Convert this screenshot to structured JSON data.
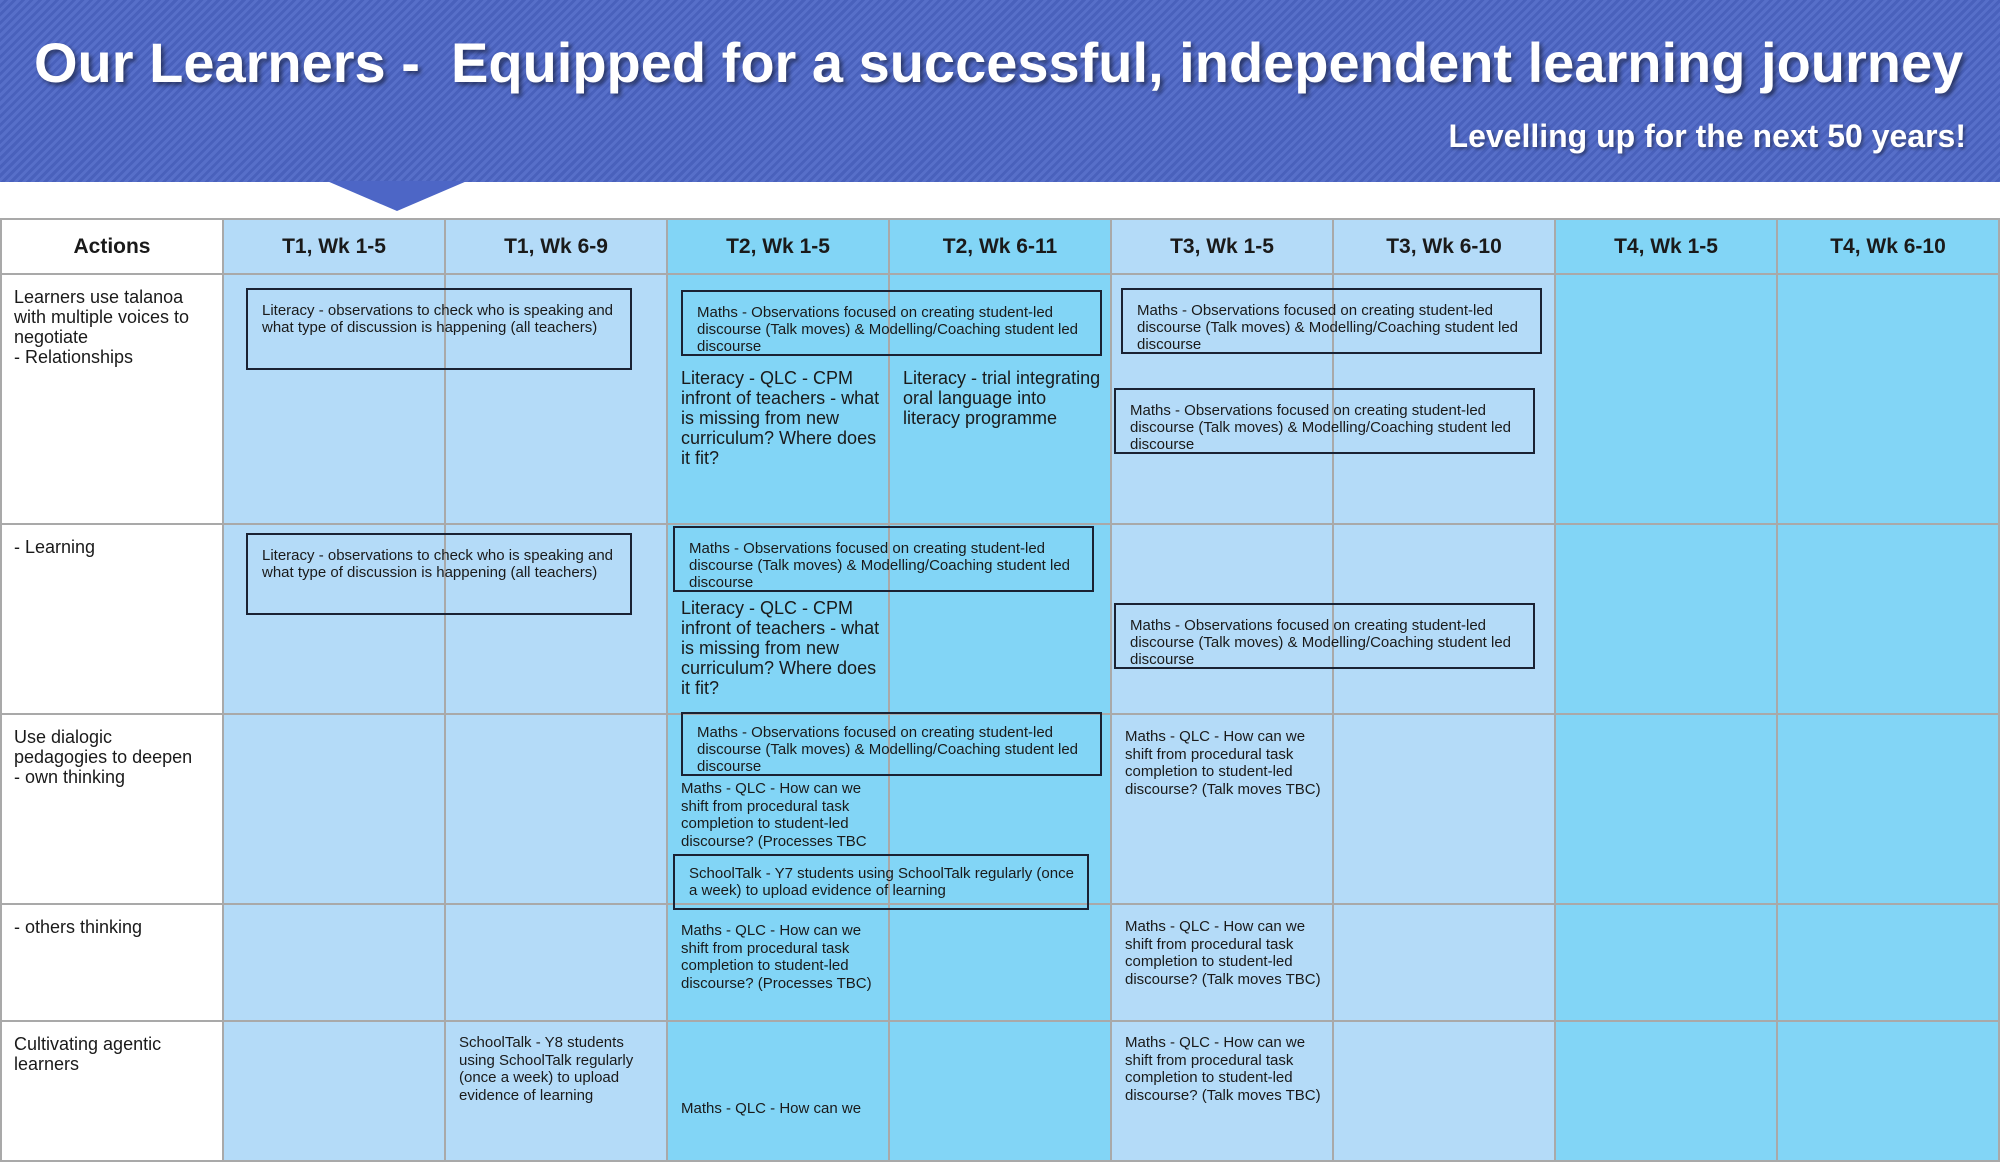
{
  "header": {
    "title": "Our Learners -  Equipped for a successful, independent learning journey",
    "subtitle": "Levelling up for the next 50 years!"
  },
  "table": {
    "columns": [
      "Actions",
      "T1, Wk 1-5",
      "T1, Wk 6-9",
      "T2, Wk 1-5",
      "T2, Wk 6-11",
      "T3, Wk 1-5",
      "T3, Wk 6-10",
      "T4, Wk 1-5",
      "T4, Wk 6-10"
    ],
    "rows": [
      "Learners use talanoa with multiple voices to negotiate\n- Relationships",
      "- Learning",
      "Use dialogic pedagogies to deepen\n- own  thinking",
      "- others thinking",
      "Cultivating agentic learners"
    ]
  },
  "items": {
    "lit_obs": "Literacy - observations to check who is speaking and what type of discussion is happening (all teachers)",
    "maths_obs": "Maths - Observations focused on creating student-led discourse (Talk moves) & Modelling/Coaching student led discourse",
    "lit_qlc": "Literacy - QLC - CPM infront of teachers - what is missing from new curriculum? Where does it fit?",
    "lit_trial": "Literacy - trial integrating oral language into literacy programme",
    "maths_qlc_proc": "Maths - QLC - How can we shift from procedural task completion to student-led discourse? (Processes TBC)",
    "maths_qlc_proc_open": "Maths - QLC - How can we shift from procedural task completion to student-led discourse? (Processes TBC",
    "maths_qlc_talk": "Maths - QLC - How can we shift from procedural task completion to student-led discourse? (Talk moves TBC)",
    "maths_qlc_cut": "Maths - QLC - How can we",
    "st_y7": "SchoolTalk - Y7 students using SchoolTalk regularly (once a week) to upload evidence of learning",
    "st_y8": "SchoolTalk - Y8 students using SchoolTalk regularly (once a week) to upload evidence of learning"
  }
}
